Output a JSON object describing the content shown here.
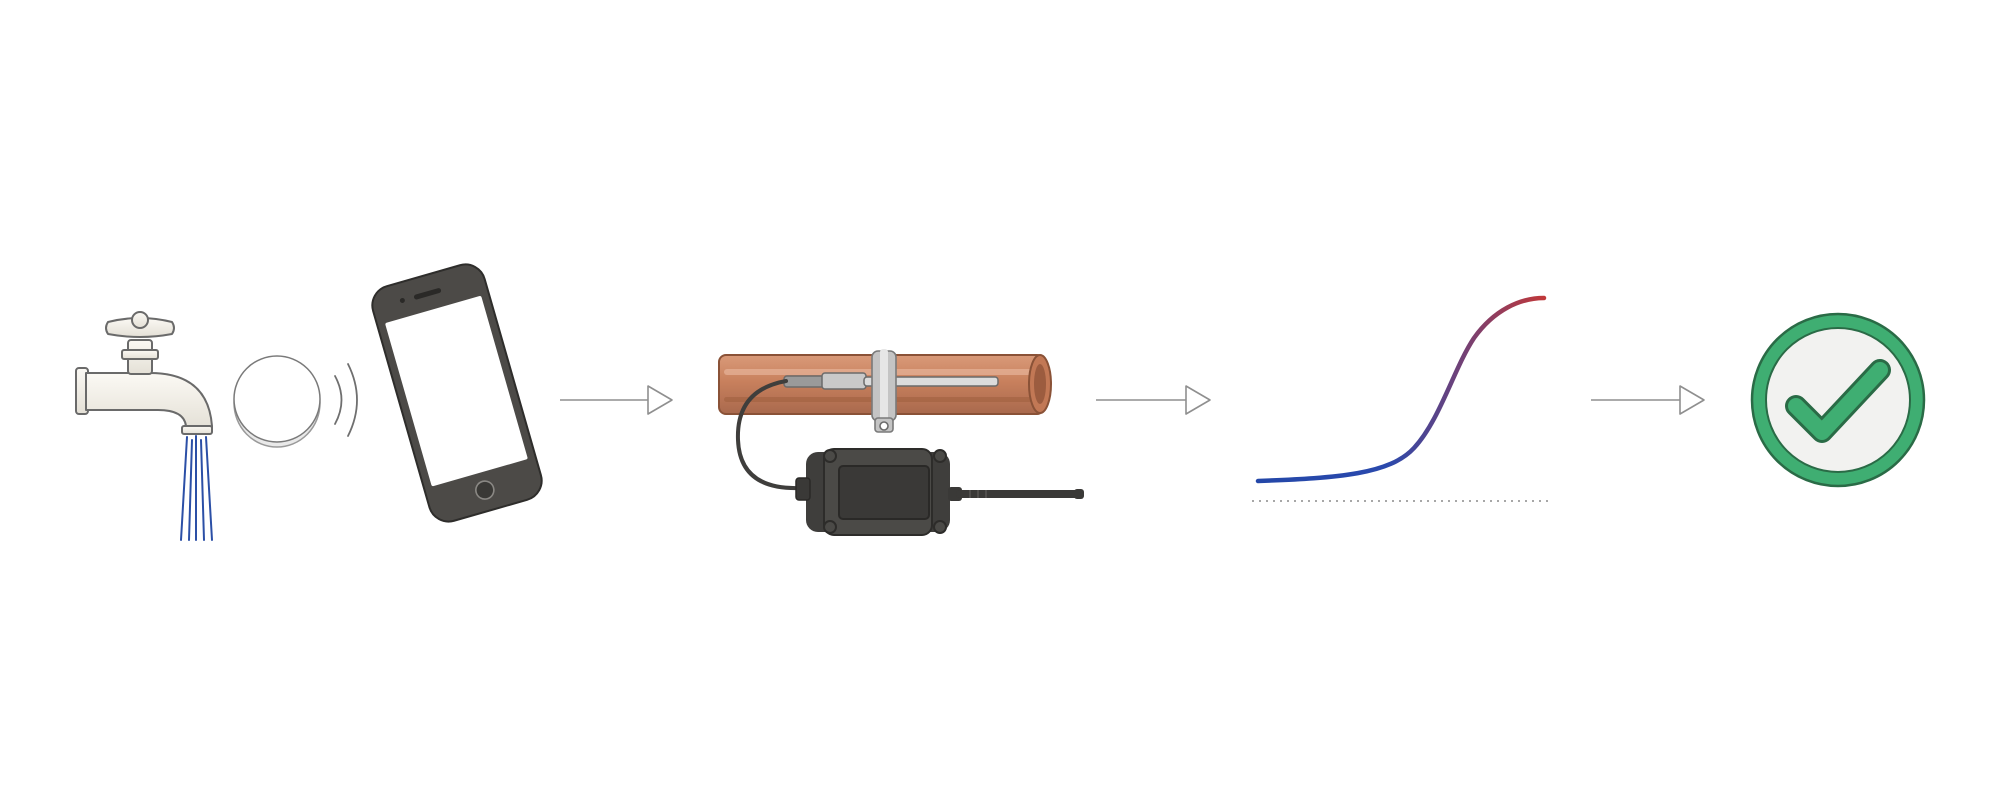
{
  "diagram": {
    "steps": [
      {
        "id": "open-tap",
        "icon": "faucet-sensor-phone-icon"
      },
      {
        "id": "pipe-sensor",
        "icon": "pipe-clamp-sensor-icon"
      },
      {
        "id": "temperature-rise",
        "icon": "rising-curve-icon"
      },
      {
        "id": "confirmed",
        "icon": "check-circle-icon"
      }
    ],
    "connectors": [
      {
        "from": "open-tap",
        "to": "pipe-sensor",
        "icon": "arrow-right-icon"
      },
      {
        "from": "pipe-sensor",
        "to": "temperature-rise",
        "icon": "arrow-right-icon"
      },
      {
        "from": "temperature-rise",
        "to": "confirmed",
        "icon": "arrow-right-icon"
      }
    ]
  },
  "colors": {
    "background": "#ffffff",
    "arrow": "#8f8f8f",
    "water": "#2b4fa6",
    "copper": "#c9805e",
    "curve_start": "#2447a8",
    "curve_end": "#c0383a",
    "device": "#4b4a48",
    "check_green": "#3fae72",
    "outline": "#5a5a5a"
  }
}
